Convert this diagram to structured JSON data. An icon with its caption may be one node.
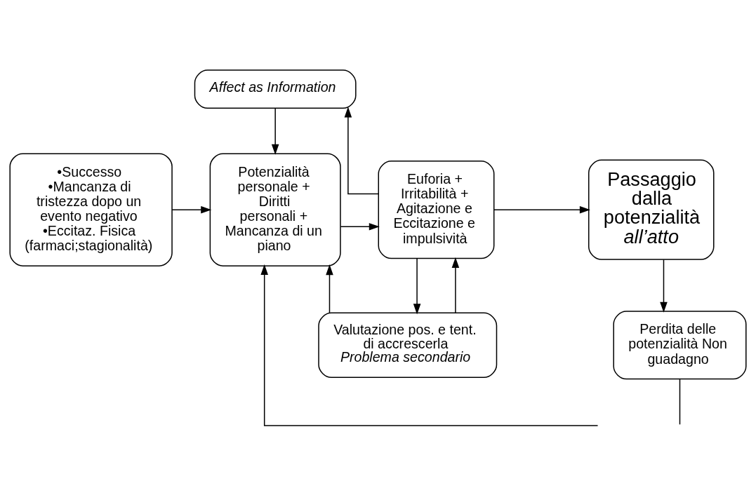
{
  "diagram": {
    "nodes": [
      {
        "text": [
          "Affect as Information"
        ]
      },
      {
        "text": [
          "•Successo",
          "•Mancanza di tristezza dopo un evento negativo",
          "•Eccitaz. Fisica (farmaci;stagionalità)"
        ]
      },
      {
        "text": [
          "Potenzialità personale + Diritti personali + Mancanza di un piano"
        ]
      },
      {
        "text": [
          "Euforia + Irritabilità + Agitazione e Eccitazione e impulsività"
        ]
      },
      {
        "text": [
          "Passaggio dalla potenzialità *all’atto*"
        ]
      },
      {
        "text": [
          "Valutazione pos. e tent. di accrescerla",
          "Problema secondario"
        ]
      },
      {
        "text": [
          "Perdita delle potenzialità Non guadagno"
        ]
      }
    ],
    "edges": [
      {
        "from": 0,
        "to": 2,
        "arrow": "to"
      },
      {
        "from": 3,
        "to": 0,
        "arrow": "to"
      },
      {
        "from": 1,
        "to": 2,
        "arrow": "to"
      },
      {
        "from": 2,
        "to": 3,
        "arrow": "to"
      },
      {
        "from": 3,
        "to": 4,
        "arrow": "to"
      },
      {
        "from": 5,
        "to": 2,
        "arrow": "to"
      },
      {
        "from": 5,
        "to": 3,
        "arrow": "to"
      },
      {
        "from": 3,
        "to": 5,
        "arrow": "to"
      },
      {
        "from": 4,
        "to": 6,
        "arrow": "to"
      },
      {
        "from": null,
        "to": 2,
        "arrow": "to"
      },
      {
        "from": 6,
        "to": null,
        "arrow": "none"
      }
    ]
  }
}
